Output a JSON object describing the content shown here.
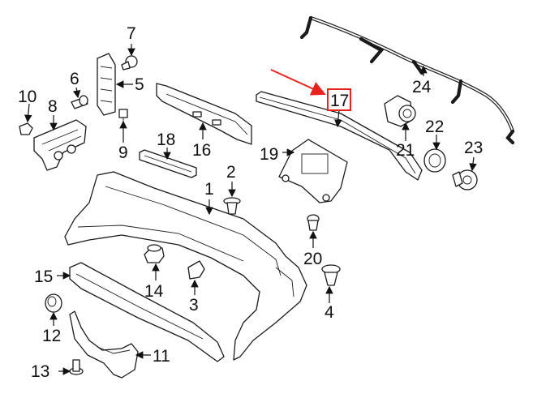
{
  "callouts": {
    "c1": "1",
    "c2": "2",
    "c3": "3",
    "c4": "4",
    "c5": "5",
    "c6": "6",
    "c7": "7",
    "c8": "8",
    "c9": "9",
    "c10": "10",
    "c11": "11",
    "c12": "12",
    "c13": "13",
    "c14": "14",
    "c15": "15",
    "c16": "16",
    "c17": "17",
    "c18": "18",
    "c19": "19",
    "c20": "20",
    "c21": "21",
    "c22": "22",
    "c23": "23",
    "c24": "24"
  },
  "highlight": {
    "part": "17",
    "color": "#e8231e"
  }
}
